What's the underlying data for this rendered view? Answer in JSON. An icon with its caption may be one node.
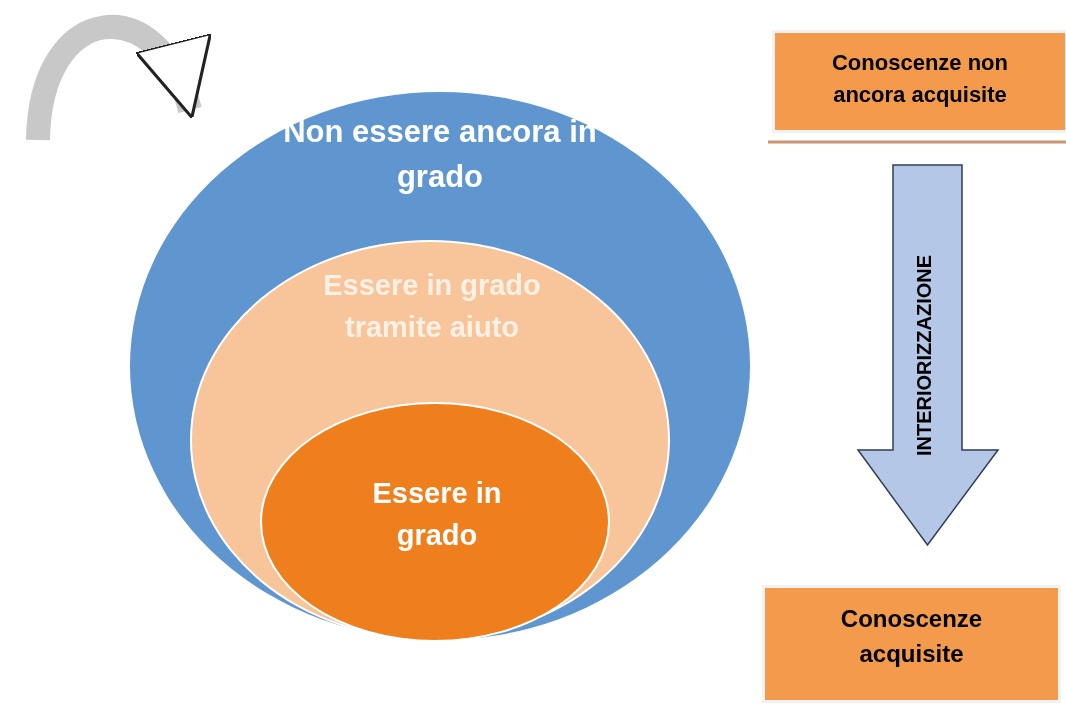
{
  "diagram": {
    "nodes": [
      {
        "text": [
          "Non essere ancora in grado"
        ]
      },
      {
        "text": [
          "Essere in grado tramite aiuto"
        ],
        "in": 0
      },
      {
        "text": [
          "Essere in grado"
        ],
        "in": 1
      },
      {
        "text": [
          "Conoscenze non ancora acquisite"
        ]
      },
      {
        "text": [
          "Conoscenze acquisite"
        ]
      }
    ],
    "edges": [
      {
        "from": null,
        "to": 0,
        "arrow": "to"
      },
      {
        "from": 3,
        "to": 4,
        "arrow": "to",
        "label": "INTERIORIZZAZIONE"
      }
    ]
  }
}
